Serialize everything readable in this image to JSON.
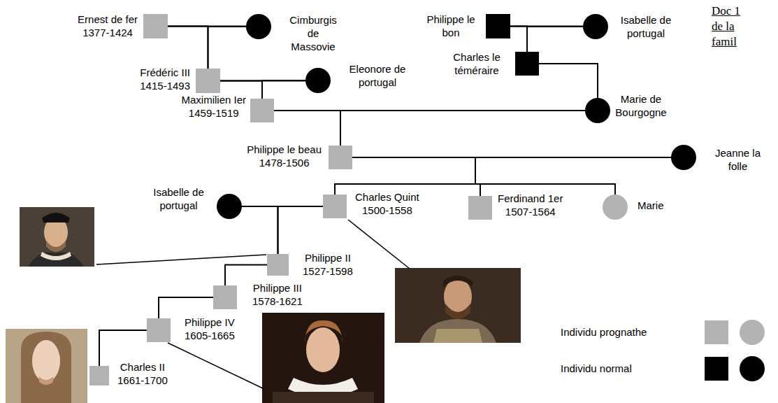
{
  "diagram": {
    "nodes": [
      {
        "text": [
          "Ernest de fer",
          "1377-1424"
        ]
      },
      {
        "text": [
          "Cimburgis de Massovie"
        ]
      },
      {
        "text": [
          "Philippe le bon"
        ]
      },
      {
        "text": [
          "Isabelle de portugal"
        ]
      },
      {
        "text": [
          "Charles le téméraire"
        ]
      },
      {
        "text": [
          "Frédéric III",
          "1415-1493"
        ]
      },
      {
        "text": [
          "Eleonore de portugal"
        ]
      },
      {
        "text": [
          "Maximilien Ier",
          "1459-1519"
        ]
      },
      {
        "text": [
          "Marie de Bourgogne"
        ]
      },
      {
        "text": [
          "Philippe le beau",
          "1478-1506"
        ]
      },
      {
        "text": [
          "Jeanne la folle"
        ]
      },
      {
        "text": [
          "Isabelle de portugal"
        ]
      },
      {
        "text": [
          "Charles Quint",
          "1500-1558"
        ]
      },
      {
        "text": [
          "Ferdinand 1er",
          "1507-1564"
        ]
      },
      {
        "text": [
          "Marie"
        ]
      },
      {
        "text": [
          "Philippe II",
          "1527-1598"
        ]
      },
      {
        "text": [
          "Philippe III",
          "1578-1621"
        ]
      },
      {
        "text": [
          "Philippe IV",
          "1605-1665"
        ]
      },
      {
        "text": [
          "Charles II",
          "1661-1700"
        ]
      }
    ],
    "edges": [
      {
        "from": 0,
        "to": 1,
        "arrow": "none"
      },
      {
        "from": 2,
        "to": 3,
        "arrow": "none"
      },
      {
        "from": 5,
        "to": 6,
        "arrow": "none"
      },
      {
        "from": 7,
        "to": 8,
        "arrow": "none"
      },
      {
        "from": 9,
        "to": 10,
        "arrow": "none"
      },
      {
        "from": 11,
        "to": 12,
        "arrow": "none"
      },
      {
        "from": 0,
        "to": 5,
        "arrow": "none"
      },
      {
        "from": 1,
        "to": 5,
        "arrow": "none"
      },
      {
        "from": 2,
        "to": 4,
        "arrow": "none"
      },
      {
        "from": 3,
        "to": 4,
        "arrow": "none"
      },
      {
        "from": 5,
        "to": 7,
        "arrow": "none"
      },
      {
        "from": 6,
        "to": 7,
        "arrow": "none"
      },
      {
        "from": 4,
        "to": 8,
        "arrow": "none"
      },
      {
        "from": 7,
        "to": 9,
        "arrow": "none"
      },
      {
        "from": 8,
        "to": 9,
        "arrow": "none"
      },
      {
        "from": 9,
        "to": 12,
        "arrow": "none"
      },
      {
        "from": 10,
        "to": 12,
        "arrow": "none"
      },
      {
        "from": 9,
        "to": 13,
        "arrow": "none"
      },
      {
        "from": 10,
        "to": 13,
        "arrow": "none"
      },
      {
        "from": 9,
        "to": 14,
        "arrow": "none"
      },
      {
        "from": 10,
        "to": 14,
        "arrow": "none"
      },
      {
        "from": 11,
        "to": 15,
        "arrow": "none"
      },
      {
        "from": 12,
        "to": 15,
        "arrow": "none"
      },
      {
        "from": 15,
        "to": 16,
        "arrow": "none"
      },
      {
        "from": 16,
        "to": 17,
        "arrow": "none"
      },
      {
        "from": 17,
        "to": 18,
        "arrow": "none"
      }
    ],
    "labels": [
      "Doc 1",
      "de la",
      "famil"
    ],
    "legend": [
      {
        "text": "Individu prognathe",
        "color": "#b3b3b3"
      },
      {
        "text": "Individu normal",
        "color": "#000000"
      }
    ]
  }
}
